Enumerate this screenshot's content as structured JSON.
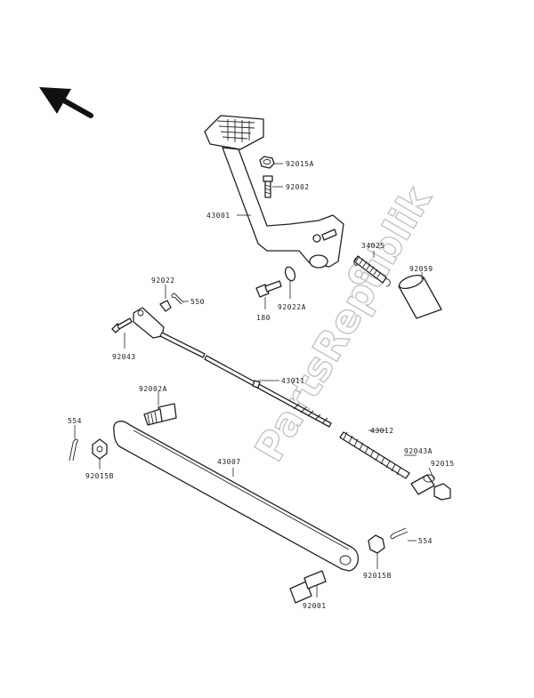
{
  "watermark": "PartsRepublik",
  "parts": {
    "p_92015a": "92015A",
    "p_92002": "92002",
    "p_43001": "43001",
    "p_34025": "34025",
    "p_92059": "92059",
    "p_92022": "92022",
    "p_550": "550",
    "p_180": "180",
    "p_92022a": "92022A",
    "p_92043": "92043",
    "p_43011": "43011",
    "p_92002a": "92002A",
    "p_43012": "43012",
    "p_554_left": "554",
    "p_43007": "43007",
    "p_92043a": "92043A",
    "p_92015": "92015",
    "p_92015b_left": "92015B",
    "p_554_right": "554",
    "p_92015b_right": "92015B",
    "p_92001": "92001"
  }
}
